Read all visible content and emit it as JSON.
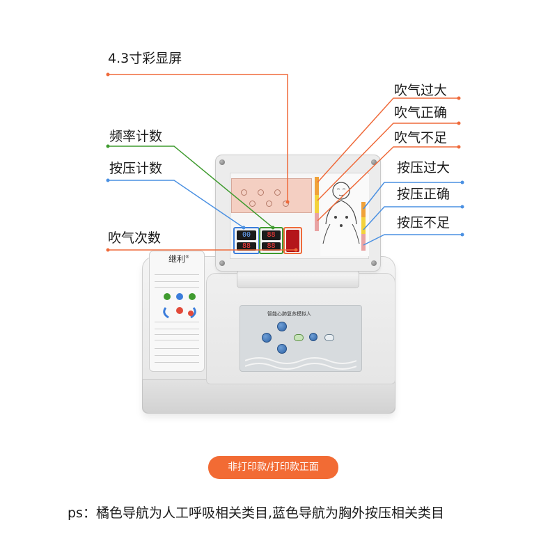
{
  "callouts": {
    "screen": "4.3寸彩显屏",
    "freq_count": "频率计数",
    "press_count": "按压计数",
    "blow_count": "吹气次数",
    "blow_over": "吹气过大",
    "blow_ok": "吹气正确",
    "blow_under": "吹气不足",
    "press_over": "按压过大",
    "press_ok": "按压正确",
    "press_under": "按压不足"
  },
  "device": {
    "brand": "继利",
    "brand_mark": "®",
    "control_panel_title": "智能心肺复苏模拟人",
    "display_readings": {
      "top_left": "00",
      "top_mid": "88",
      "bottom_left": "88",
      "bottom_mid": "88"
    }
  },
  "variant_tag": "非打印款/打印款正面",
  "note": "ps：橘色导航为人工呼吸相关类目,蓝色导航为胸外按压相关类目",
  "colors": {
    "orange_nav": "#ef6a3a",
    "blue_nav": "#4a90e2",
    "green_nav": "#3f9b2f",
    "tag_bg": "#f26b34"
  }
}
